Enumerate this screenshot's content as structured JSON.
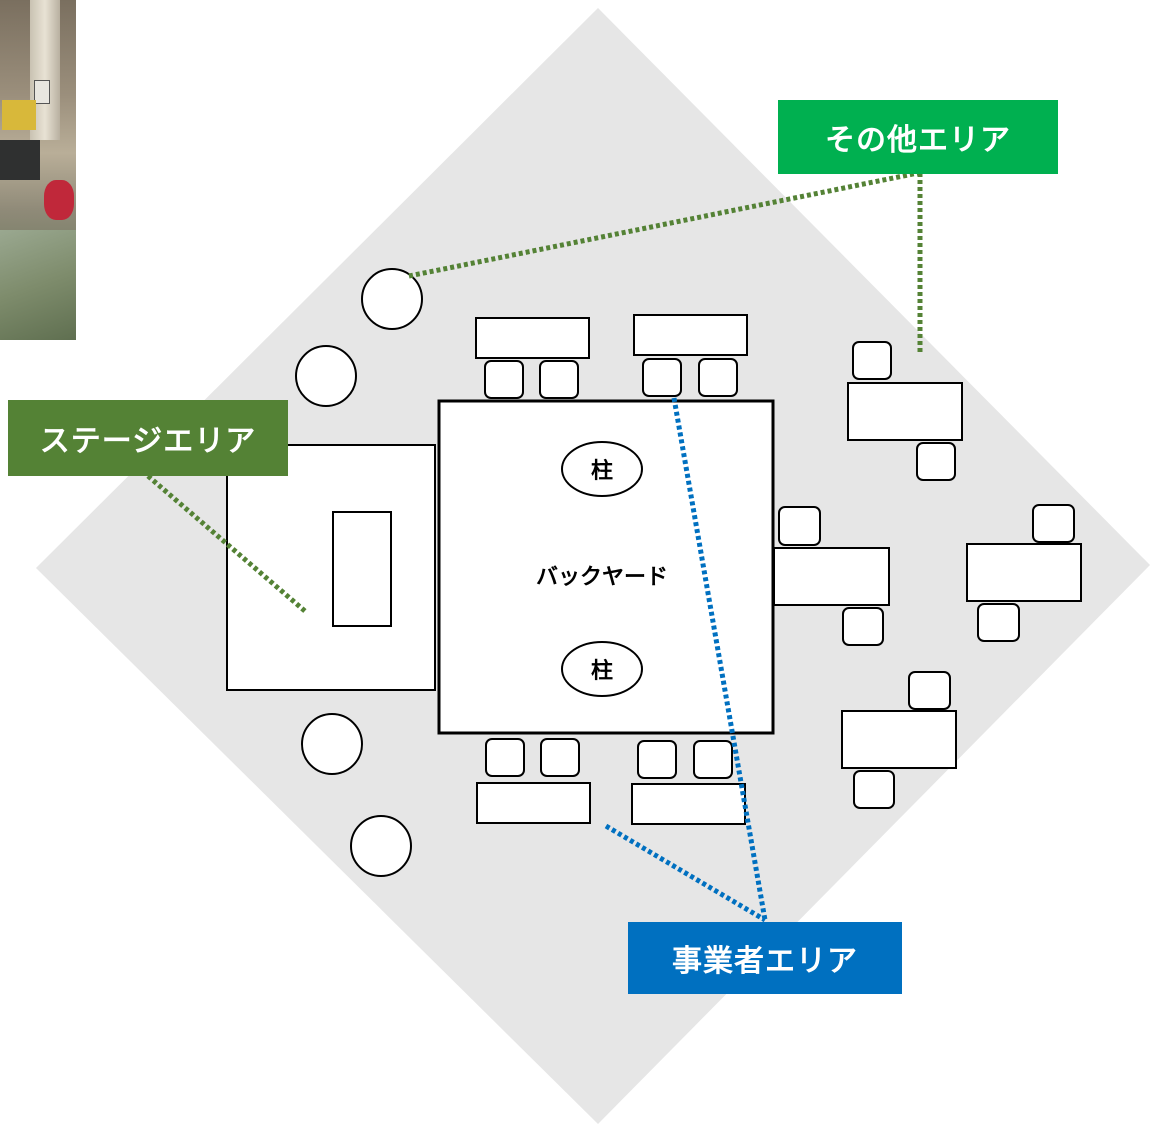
{
  "labels": {
    "stage_area": "ステージエリア",
    "other_area": "その他エリア",
    "vendor_area": "事業者エリア",
    "backyard": "バックヤード",
    "pillar_top": "柱",
    "pillar_bottom": "柱"
  },
  "colors": {
    "floor": "#e6e6e6",
    "stage_green": "#548235",
    "other_green": "#00b050",
    "vendor_blue": "#0070c0",
    "dotted_green": "#548235",
    "dotted_blue": "#0070c0",
    "outline": "#000000"
  },
  "photo": {
    "icon": "station-photo"
  }
}
